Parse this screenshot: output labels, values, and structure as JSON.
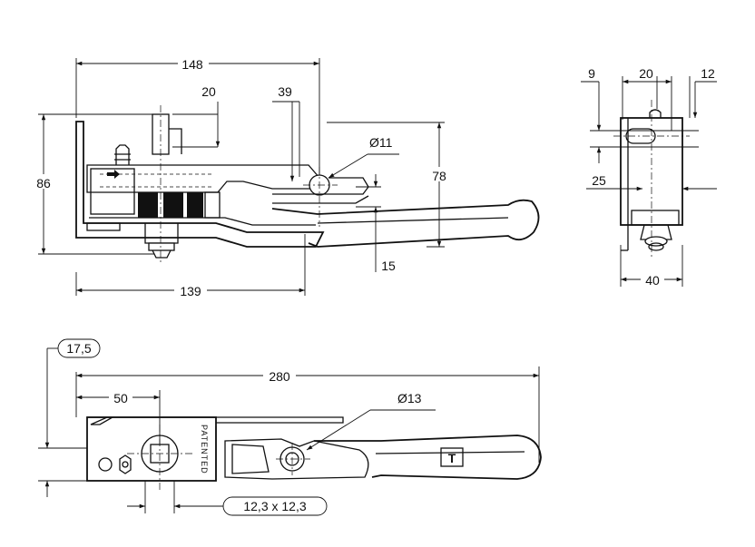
{
  "dimensions": {
    "side_view": {
      "overall_width": "148",
      "top_offset": "20",
      "pivot_offset": "39",
      "pin_diameter": "Ø11",
      "overall_height": "86",
      "handle_height": "78",
      "base_length": "139",
      "bottom_offset": "15"
    },
    "end_view": {
      "slot_offset": "9",
      "slot_width": "20",
      "right_offset": "12",
      "mid_height": "25",
      "width": "40"
    },
    "top_view": {
      "edge_offset": "17,5",
      "overall_length": "280",
      "hole_spacing": "50",
      "pin_diameter": "Ø13",
      "square_hole": "12,3 x 12,3",
      "stamp_text": "PATENTED",
      "logo_letter": "T"
    }
  }
}
